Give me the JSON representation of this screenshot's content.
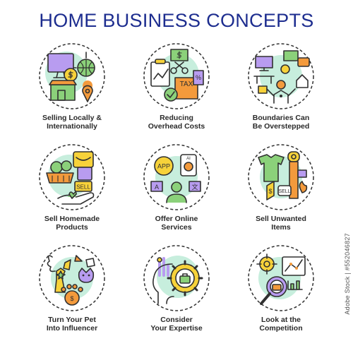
{
  "title": "HOME BUSINESS CONCEPTS",
  "colors": {
    "title": "#1d2d8f",
    "mint": "#c7eedd",
    "yellow": "#f7d23a",
    "orange": "#f39a3c",
    "green": "#8bd17a",
    "purple": "#b89cf0",
    "outline": "#303030"
  },
  "concepts": [
    {
      "line1": "Selling Locally &",
      "line2": "Internationally",
      "icon": "globe-store-icon"
    },
    {
      "line1": "Reducing",
      "line2": "Overhead Costs",
      "icon": "scissors-tax-icon"
    },
    {
      "line1": "Boundaries Can",
      "line2": "Be Overstepped",
      "icon": "work-life-icon"
    },
    {
      "line1": "Sell Homemade",
      "line2": "Products",
      "icon": "produce-hand-icon"
    },
    {
      "line1": "Offer Online",
      "line2": "Services",
      "icon": "online-services-icon"
    },
    {
      "line1": "Sell Unwanted",
      "line2": "Items",
      "icon": "unwanted-items-icon"
    },
    {
      "line1": "Turn Your Pet",
      "line2": "Into Influencer",
      "icon": "pet-influencer-icon"
    },
    {
      "line1": "Consider",
      "line2": "Your Expertise",
      "icon": "head-gear-icon"
    },
    {
      "line1": "Look at the",
      "line2": "Competition",
      "icon": "magnifier-chart-icon"
    }
  ],
  "watermark": "Adobe Stock | #552046827"
}
